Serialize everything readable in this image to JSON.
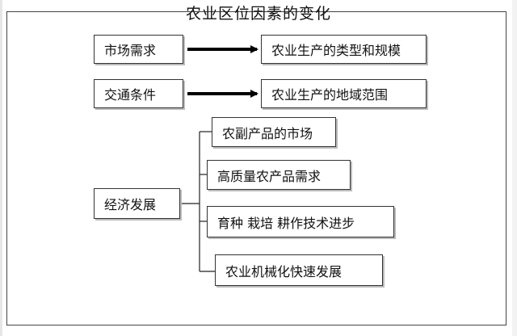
{
  "title": "农业区位因素的变化",
  "left_nodes": {
    "market_demand": "市场需求",
    "transport": "交通条件",
    "economy": "经济发展"
  },
  "right_nodes": {
    "production_type": "农业生产的类型和规模",
    "production_region": "农业生产的地域范围"
  },
  "economy_branches": [
    "农副产品的市场",
    "高质量农产品需求",
    "育种 栽培 耕作技术进步",
    "农业机械化快速发展"
  ],
  "colors": {
    "line": "#000000",
    "box_border": "#333333"
  }
}
